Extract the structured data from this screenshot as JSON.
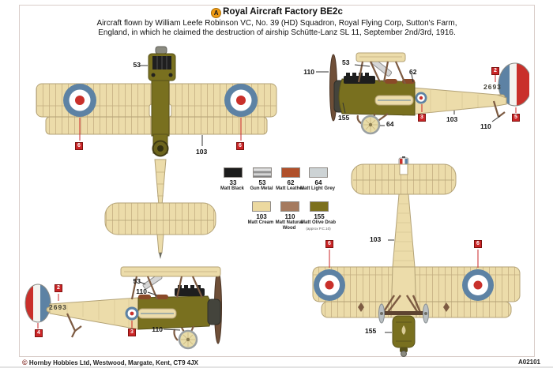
{
  "header": {
    "badge_letter": "A",
    "title": "Royal Aircraft Factory BE2c",
    "description_line1": "Aircraft flown by William Leefe Robinson VC, No. 39 (HD) Squadron, Royal Flying Corp, Sutton's Farm,",
    "description_line2": "England, in which he claimed the destruction of airship Schütte-Lanz SL 11, September 2nd/3rd, 1916."
  },
  "paint_chart": {
    "items": [
      {
        "code": "33",
        "name": "Matt Black",
        "color": "#1c1c1c"
      },
      {
        "code": "53",
        "name": "Gun Metal",
        "color": "gunmetal-gradient"
      },
      {
        "code": "62",
        "name": "Matt Leather",
        "color": "#b0502a"
      },
      {
        "code": "64",
        "name": "Matt Light Grey",
        "color": "#cdd3d5"
      },
      {
        "code": "103",
        "name": "Matt Cream",
        "color": "#ecd9a0"
      },
      {
        "code": "110",
        "name": "Matt Natural Wood",
        "color": "#a57a5e"
      },
      {
        "code": "155",
        "name": "Matt Olive Drab",
        "note": "(approx P.C.10)",
        "color": "#7c701d"
      }
    ]
  },
  "views": {
    "top": {
      "callout_engine": "53",
      "callout_wing": "103",
      "decal_left_wing": "6",
      "decal_right_wing": "6"
    },
    "side_right": {
      "serial": "2693",
      "callout_propeller": "110",
      "callout_gun": "53",
      "callout_cockpit": "62",
      "callout_cowling": "155",
      "callout_wheel": "64",
      "callout_fuselage": "103",
      "callout_tailskid": "110",
      "decal_fuselage_top": "2",
      "decal_roundel": "3",
      "decal_rudder": "5"
    },
    "side_left": {
      "serial": "2693",
      "callout_gun": "53",
      "callout_strut": "110",
      "callout_undercarriage": "110",
      "decal_fuselage_top": "2",
      "decal_rudder": "4",
      "decal_roundel": "3"
    },
    "bottom": {
      "callout_fuselage": "103",
      "callout_engine": "155",
      "decal_left_wing": "6",
      "decal_right_wing": "6"
    }
  },
  "footer": {
    "copyright_symbol": "©",
    "copyright_text": "Hornby Hobbies Ltd, Westwood, Margate, Kent, CT9 4JX",
    "product_code": "A02101"
  }
}
